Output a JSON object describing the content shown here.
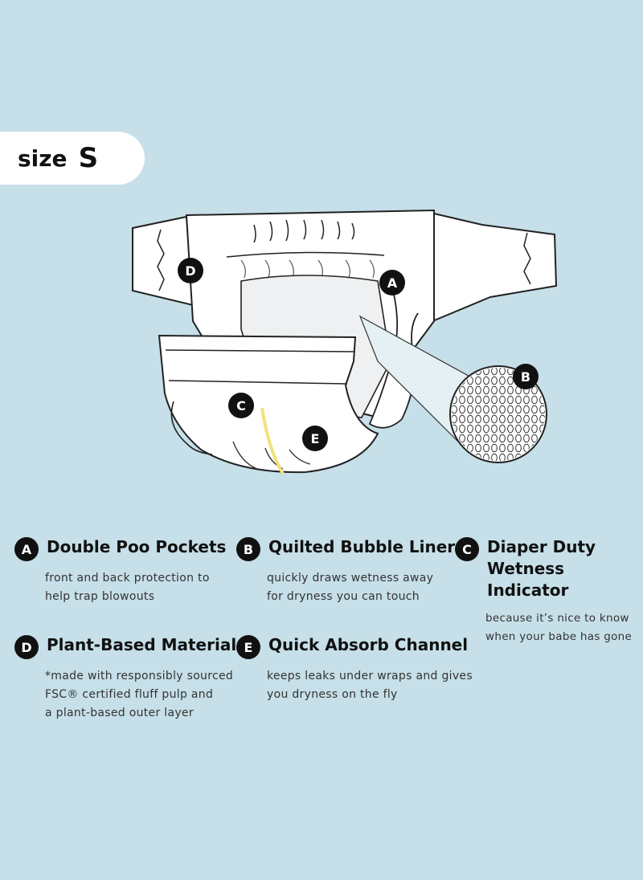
{
  "size_label": {
    "word": "size",
    "value": "S"
  },
  "callouts": {
    "a": "A",
    "b": "B",
    "c": "C",
    "d": "D",
    "e": "E"
  },
  "features": [
    {
      "badge": "A",
      "title": "Double Poo Pockets",
      "title_lines": [
        "Double Poo Pockets"
      ],
      "desc_lines": [
        "front and back protection to",
        "help trap blowouts"
      ]
    },
    {
      "badge": "B",
      "title": "Quilted Bubble Liner",
      "title_lines": [
        "Quilted Bubble Liner"
      ],
      "desc_lines": [
        "quickly draws wetness away",
        "for dryness you can touch"
      ]
    },
    {
      "badge": "C",
      "title_lines": [
        "Diaper Duty",
        "Wetness Indicator"
      ],
      "desc_lines": [
        "because it’s nice to know",
        "when your babe has gone"
      ]
    },
    {
      "badge": "D",
      "title_lines": [
        "Plant-Based Materials*"
      ],
      "desc_lines": [
        "*made with responsibly sourced",
        "FSC® certified fluff pulp and",
        "a plant-based outer layer"
      ]
    },
    {
      "badge": "E",
      "title_lines": [
        "Quick Absorb Channel"
      ],
      "desc_lines": [
        "keeps leaks under wraps and gives",
        "you dryness on the fly"
      ]
    }
  ],
  "colors": {
    "background": "#c6dfe8",
    "pill": "#ffffff",
    "badge": "#111111",
    "indicator": "#f2e27a"
  }
}
